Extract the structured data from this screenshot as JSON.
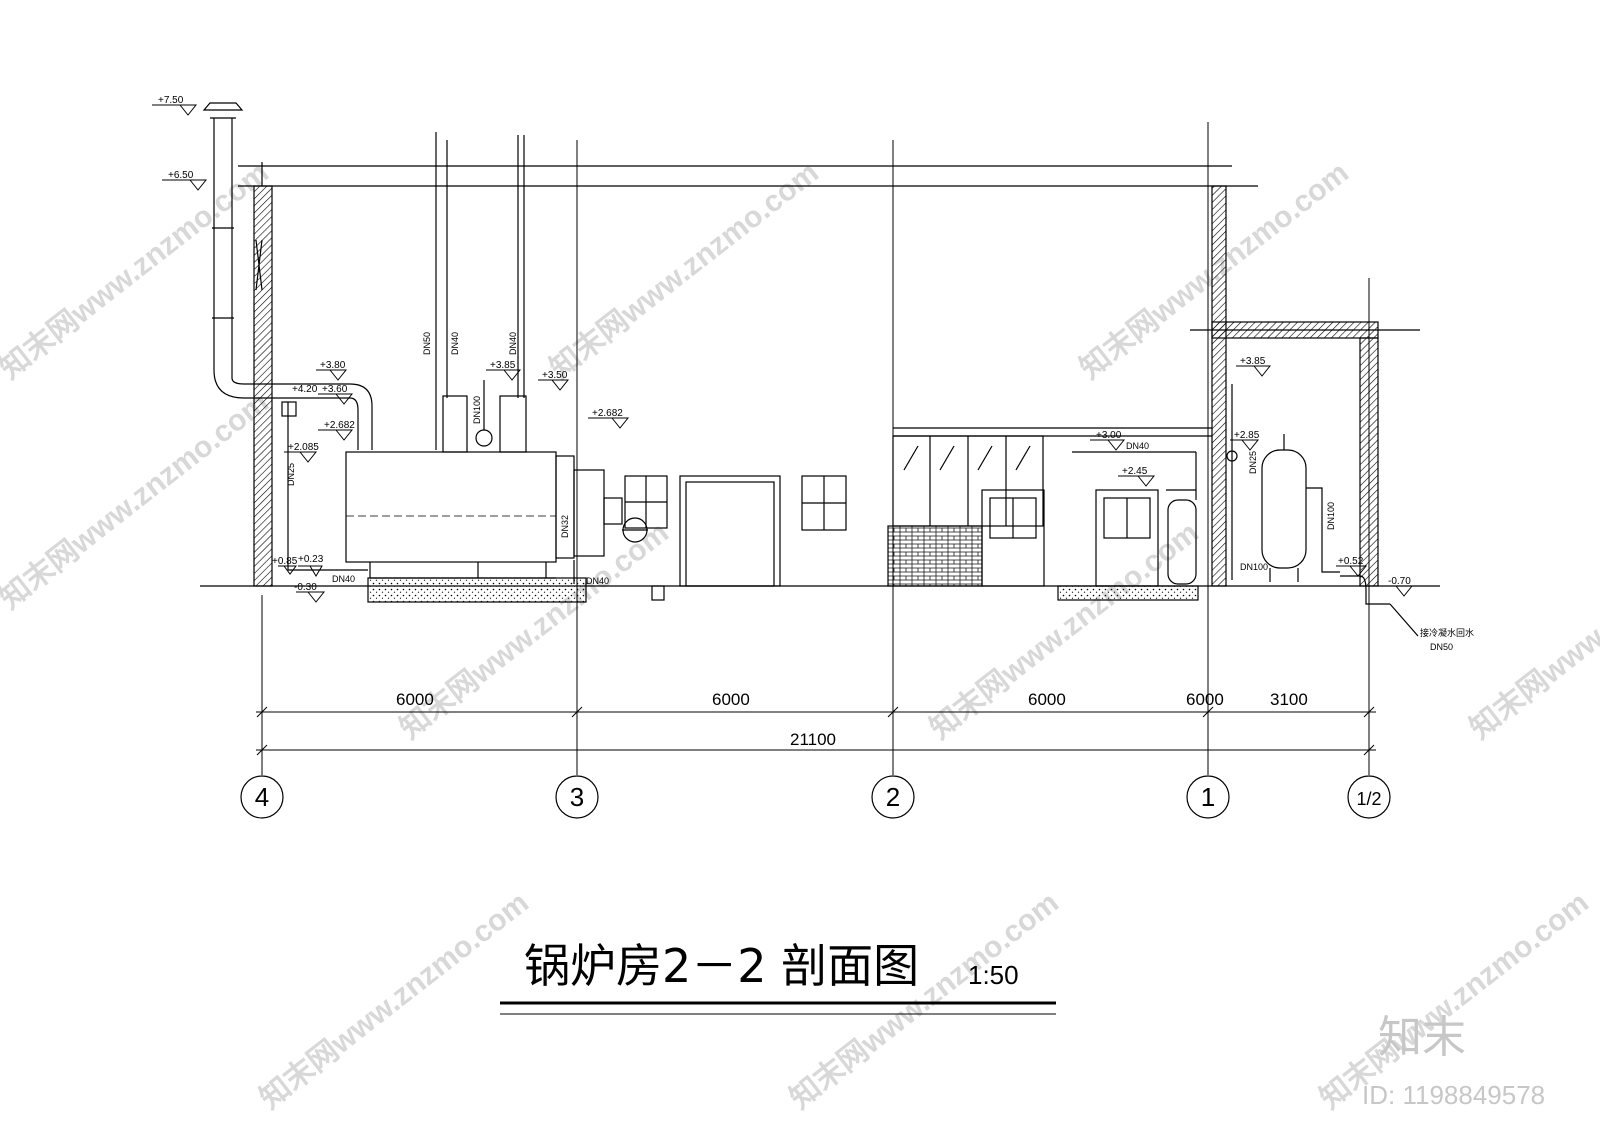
{
  "drawing": {
    "title": "锅炉房2－2 剖面图",
    "scale": "1:50"
  },
  "levels": {
    "l750": "+7.50",
    "l650": "+6.50",
    "l380": "+3.80",
    "l420": "+4.20",
    "l360": "+3.60",
    "l2682a": "+2.682",
    "l2085": "+2.085",
    "l385a": "+3.85",
    "l350": "+3.50",
    "l2682b": "+2.682",
    "l085": "+0.85",
    "l023": "+0.23",
    "lm030": "-0.30",
    "l300": "+3.00",
    "l245": "+2.45",
    "l385b": "+3.85",
    "l285": "+2.85",
    "l052": "+0.52",
    "lm070": "-0.70"
  },
  "pipes": {
    "dn50_v": "DN50",
    "dn40_v1": "DN40",
    "dn40_v2": "DN40",
    "dn100_v": "DN100",
    "dn25_left": "DN25",
    "dn32": "DN32",
    "dn40_b1": "DN40",
    "dn40_b2": "DN40",
    "dn40_top": "DN40",
    "dn25_right": "DN25",
    "dn100_r1": "DN100",
    "dn100_r2": "DN100",
    "drain_label": "接冷凝水回水",
    "drain_size": "DN50"
  },
  "dimensions": {
    "d1": "6000",
    "d2": "6000",
    "d3": "6000",
    "d4": "6000",
    "d5": "3100",
    "total": "21100"
  },
  "axes": [
    "4",
    "3",
    "2",
    "1",
    "1/2"
  ],
  "watermark": {
    "text": "知末网www.znzmo.com",
    "brand": "知末",
    "id": "ID: 1198849578"
  }
}
